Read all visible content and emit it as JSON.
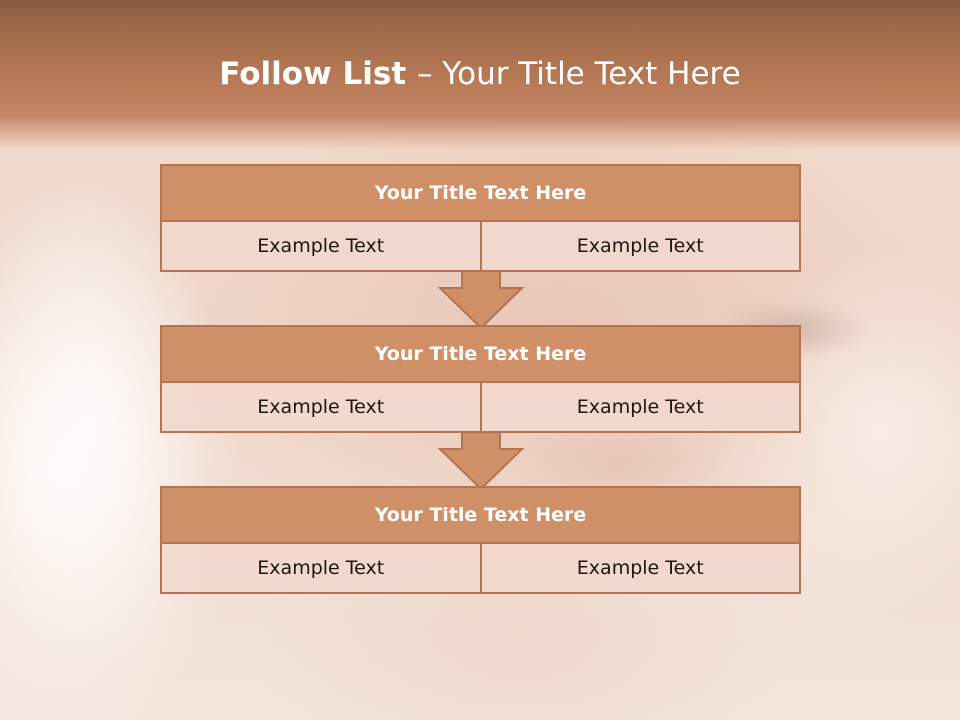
{
  "slide": {
    "title_bold": "Follow List ",
    "title_rest": " – Your Title Text Here"
  },
  "flow": [
    {
      "title": "Your Title Text Here",
      "cells": [
        "Example Text",
        "Example Text"
      ]
    },
    {
      "title": "Your Title Text Here",
      "cells": [
        "Example Text",
        "Example Text"
      ]
    },
    {
      "title": "Your Title Text Here",
      "cells": [
        "Example Text",
        "Example Text"
      ]
    }
  ],
  "colors": {
    "header": "#b87a56",
    "block_title": "#cf9068",
    "border": "#b57352",
    "cell": "#f0d8ce",
    "arrow": "#cf9068"
  },
  "icons": [
    "down-arrow-icon",
    "down-arrow-icon"
  ]
}
